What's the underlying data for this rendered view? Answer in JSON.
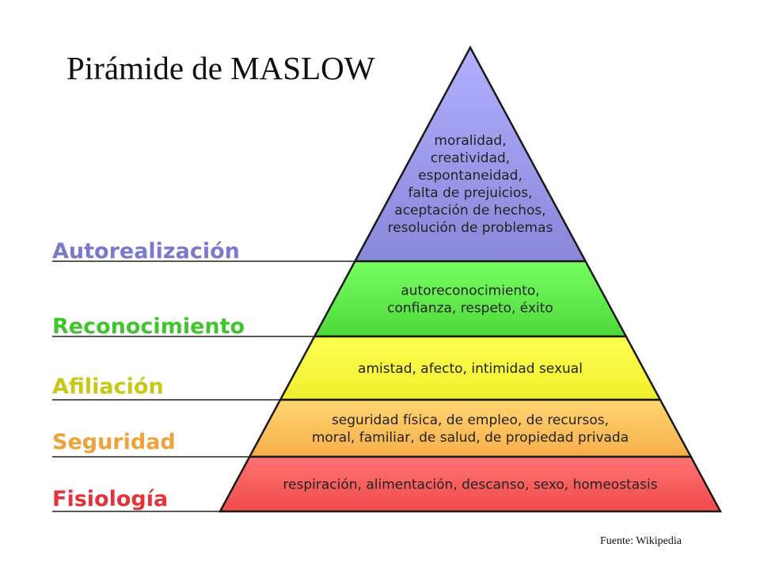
{
  "title": "Pirámide de MASLOW",
  "source": "Fuente: Wikipedia",
  "levels": [
    {
      "label": "Autorealización",
      "color": "#8a87d8",
      "label_color": "#7c79cc",
      "lines": [
        "moralidad,",
        "creatividad,",
        "espontaneidad,",
        "falta de prejuicios,",
        "aceptación de hechos,",
        "resolución de problemas"
      ]
    },
    {
      "label": "Reconocimiento",
      "color": "#4fd83a",
      "label_color": "#41c42e",
      "lines": [
        "autoreconocimiento,",
        "confianza, respeto, éxito"
      ]
    },
    {
      "label": "Afiliación",
      "color": "#efef2c",
      "label_color": "#c8c816",
      "lines": [
        "amistad, afecto, intimidad sexual"
      ]
    },
    {
      "label": "Seguridad",
      "color": "#f6ae4a",
      "label_color": "#f0a23a",
      "lines": [
        "seguridad física, de empleo, de recursos,",
        "moral, familiar, de salud, de propiedad privada"
      ]
    },
    {
      "label": "Fisiología",
      "color": "#ef4b4b",
      "label_color": "#e2343a",
      "lines": [
        "respiración, alimentación, descanso, sexo, homeostasis"
      ]
    }
  ]
}
